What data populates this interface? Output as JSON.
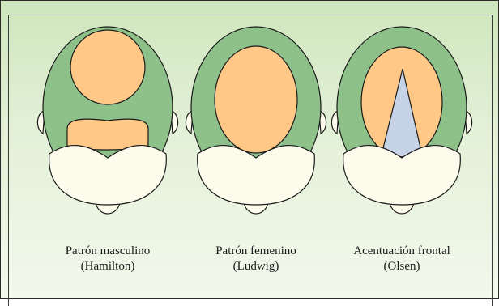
{
  "patterns": [
    {
      "title": "Patrón masculino",
      "subtitle": "(Hamilton)"
    },
    {
      "title": "Patrón femenino",
      "subtitle": "(Ludwig)"
    },
    {
      "title": "Acentuación frontal",
      "subtitle": "(Olsen)"
    }
  ],
  "colors": {
    "hair": "#8ec08a",
    "scalp_loss": "#ffc887",
    "face": "#fdfbec",
    "frontal_wedge": "#c6d3e6",
    "outline": "#1a1a1a",
    "background_top": "#cfe6bd",
    "background_bottom": "#f2f8ec"
  }
}
